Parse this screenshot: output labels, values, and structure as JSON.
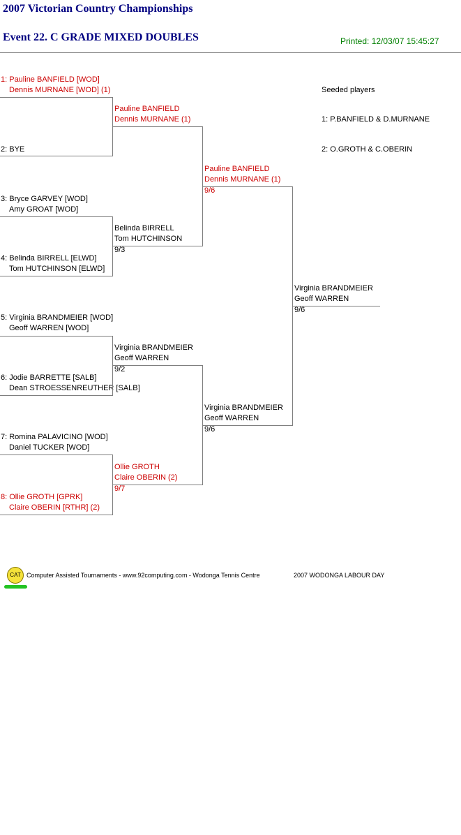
{
  "header": {
    "championship": "2007 Victorian Country Championships",
    "event": "Event 22. C GRADE MIXED DOUBLES",
    "printed": "Printed: 12/03/07 15:45:27"
  },
  "seeds": {
    "title": "Seeded players",
    "list": [
      "1: P.BANFIELD & D.MURNANE",
      "2: O.GROTH & C.OBERIN"
    ]
  },
  "round1": [
    {
      "line1": "1: Pauline BANFIELD [WOD]",
      "line2": "Dennis MURNANE [WOD] (1)"
    },
    {
      "line1": "2: BYE",
      "line2": ""
    },
    {
      "line1": "3: Bryce GARVEY [WOD]",
      "line2": "Amy GROAT [WOD]"
    },
    {
      "line1": "4: Belinda BIRRELL [ELWD]",
      "line2": "Tom HUTCHINSON [ELWD]"
    },
    {
      "line1": "5: Virginia BRANDMEIER [WOD]",
      "line2": "Geoff WARREN [WOD]"
    },
    {
      "line1": "6: Jodie BARRETTE [SALB]",
      "line2": "Dean STROESSENREUTHER [SALB]"
    },
    {
      "line1": "7: Romina PALAVICINO [WOD]",
      "line2": "Daniel TUCKER [WOD]"
    },
    {
      "line1": "8: Ollie GROTH [GPRK]",
      "line2": "Claire OBERIN [RTHR] (2)"
    }
  ],
  "round2": [
    {
      "line1": "Pauline BANFIELD",
      "line2": "Dennis MURNANE (1)",
      "score": ""
    },
    {
      "line1": "Belinda BIRRELL",
      "line2": "Tom HUTCHINSON",
      "score": "9/3"
    },
    {
      "line1": "Virginia BRANDMEIER",
      "line2": "Geoff WARREN",
      "score": "9/2"
    },
    {
      "line1": "Ollie GROTH",
      "line2": "Claire OBERIN (2)",
      "score": "9/7"
    }
  ],
  "round3": [
    {
      "line1": "Pauline BANFIELD",
      "line2": "Dennis MURNANE (1)",
      "score": "9/6"
    },
    {
      "line1": "Virginia BRANDMEIER",
      "line2": "Geoff WARREN",
      "score": "9/6"
    }
  ],
  "final": {
    "line1": "Virginia BRANDMEIER",
    "line2": "Geoff WARREN",
    "score": "9/6"
  },
  "footer": {
    "logo_text": "CAT",
    "credit": "Computer Assisted Tournaments - www.92computing.com -  Wodonga Tennis Centre",
    "tournament": "2007 WODONGA LABOUR DAY"
  },
  "colors": {
    "title": "#000080",
    "printed": "#008000",
    "seed_highlight": "#cc0000",
    "lines": "#7f7f7f"
  }
}
